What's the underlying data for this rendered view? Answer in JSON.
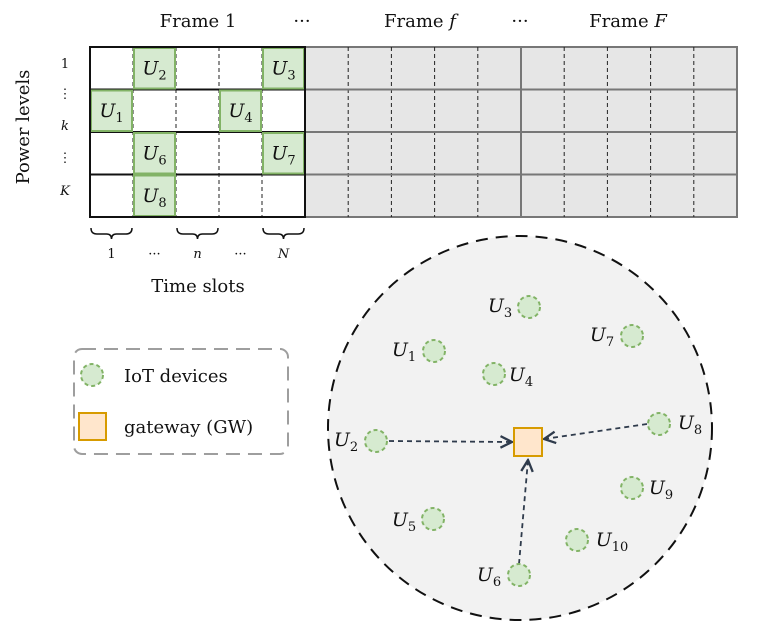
{
  "frames": {
    "frame_1": "Frame 1",
    "frame_f_word": "Frame",
    "frame_f_var": "f",
    "frame_F_word": "Frame",
    "frame_F_var": "F",
    "ellipsis": "···"
  },
  "axes": {
    "power_levels": "Power levels",
    "time_slots": "Time slots",
    "row_labels": [
      "1",
      "⋮",
      "k",
      "⋮",
      "K"
    ],
    "slot_labels": [
      "1",
      "···",
      "n",
      "···",
      "N"
    ]
  },
  "grid": {
    "frame1_cells": [
      {
        "row": 0,
        "col": 1,
        "label": "U",
        "sub": "2"
      },
      {
        "row": 0,
        "col": 4,
        "label": "U",
        "sub": "3"
      },
      {
        "row": 1,
        "col": 0,
        "label": "U",
        "sub": "1"
      },
      {
        "row": 1,
        "col": 3,
        "label": "U",
        "sub": "4"
      },
      {
        "row": 2,
        "col": 1,
        "label": "U",
        "sub": "6"
      },
      {
        "row": 2,
        "col": 4,
        "label": "U",
        "sub": "7"
      },
      {
        "row": 3,
        "col": 1,
        "label": "U",
        "sub": "8"
      }
    ]
  },
  "legend": {
    "iot_devices": "IoT devices",
    "gateway": "gateway (GW)"
  },
  "network": {
    "devices": [
      {
        "label": "U",
        "sub": "1"
      },
      {
        "label": "U",
        "sub": "2"
      },
      {
        "label": "U",
        "sub": "3"
      },
      {
        "label": "U",
        "sub": "4"
      },
      {
        "label": "U",
        "sub": "5"
      },
      {
        "label": "U",
        "sub": "6"
      },
      {
        "label": "U",
        "sub": "7"
      },
      {
        "label": "U",
        "sub": "8"
      },
      {
        "label": "U",
        "sub": "9"
      },
      {
        "label": "U",
        "sub": "10"
      }
    ]
  },
  "colors": {
    "device_fill": "#d6ead0",
    "device_stroke": "#82b366",
    "gateway_fill": "#ffe6cc",
    "gateway_stroke": "#d79b00",
    "frame_gray": "#e6e6e6",
    "circle_fill": "#f2f2f2",
    "arrow": "#2f3b4c"
  }
}
